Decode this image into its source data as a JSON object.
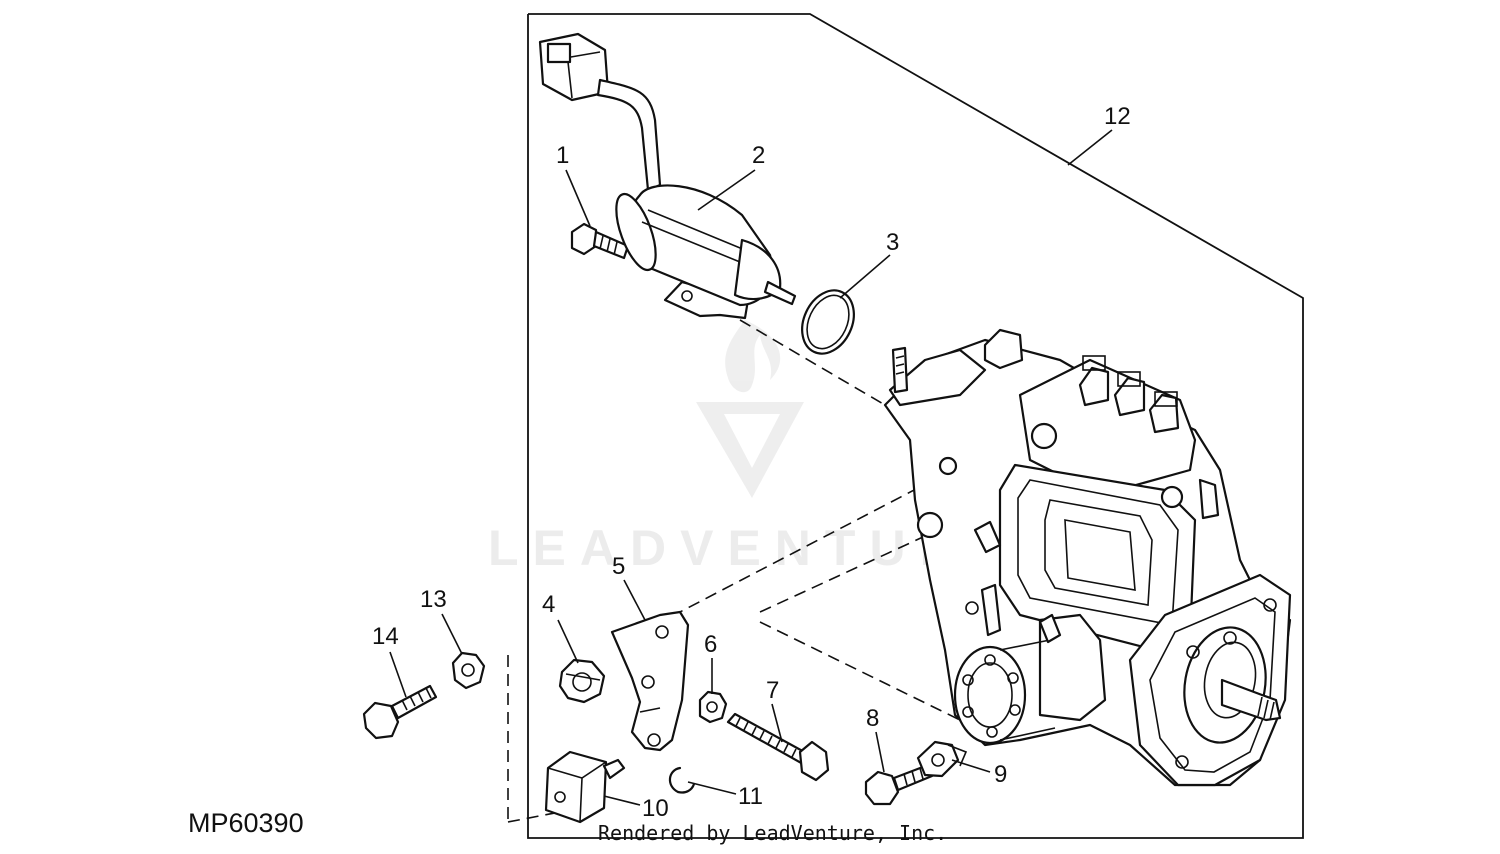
{
  "figure_id": "MP60390",
  "credit": "Rendered by LeadVenture, Inc.",
  "watermark": {
    "logo_name": "leadventure-logo",
    "text": "LEADVENTURE"
  },
  "callouts": [
    "1",
    "2",
    "3",
    "4",
    "5",
    "6",
    "7",
    "8",
    "9",
    "10",
    "11",
    "12",
    "13",
    "14"
  ]
}
